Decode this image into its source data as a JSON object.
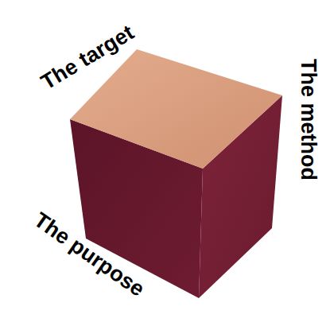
{
  "diagram": {
    "labels": [
      "The target",
      "The method",
      "The purpose"
    ]
  }
}
